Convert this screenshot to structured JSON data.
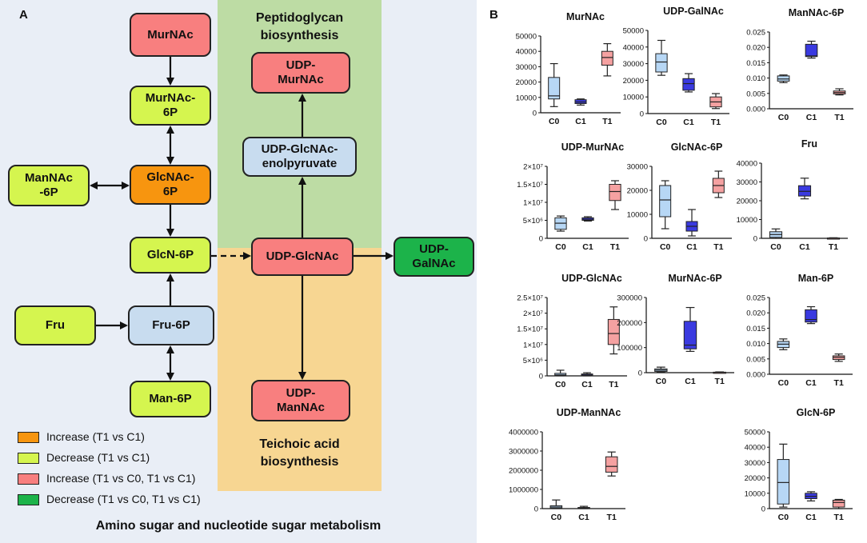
{
  "panel_a": {
    "label": "A",
    "region_top": "Peptidoglycan\nbiosynthesis",
    "region_bottom": "Teichoic acid\nbiosynthesis",
    "caption": "Amino sugar and nucleotide sugar metabolism",
    "nodes": {
      "murnac": "MurNAc",
      "murnac6p": "MurNAc-\n6P",
      "glcnac6p": "GlcNAc-\n6P",
      "mannac6p": "ManNAc\n-6P",
      "glcn6p": "GlcN-6P",
      "fru": "Fru",
      "fru6p": "Fru-6P",
      "man6p": "Man-6P",
      "udpmurnac": "UDP-\nMurNAc",
      "enolpyruvate": "UDP-GlcNAc-\nenolpyruvate",
      "udpglcnac": "UDP-GlcNAc",
      "udpmannac": "UDP-\nManNAc",
      "udpgalnac": "UDP-\nGalNAc"
    },
    "legend": [
      {
        "label": "Increase (T1 vs C1)",
        "color": "#f7950f"
      },
      {
        "label": "Decrease (T1 vs C1)",
        "color": "#d5f54f"
      },
      {
        "label": "Increase (T1 vs C0, T1 vs C1)",
        "color": "#f87f7f"
      },
      {
        "label": "Decrease (T1 vs C0, T1 vs C1)",
        "color": "#1cb34a"
      }
    ]
  },
  "panel_b": {
    "label": "B",
    "groups": [
      "C0",
      "C1",
      "T1"
    ],
    "group_colors": [
      "#b7d7f5",
      "#3a3ae0",
      "#f5a1a1"
    ]
  },
  "chart_data": [
    {
      "type": "box",
      "title": "MurNAc",
      "categories": [
        "C0",
        "C1",
        "T1"
      ],
      "ylim": [
        0,
        50000
      ],
      "yticks": [
        "0",
        "10000",
        "20000",
        "30000",
        "40000",
        "50000"
      ],
      "ytick_values": [
        0,
        10000,
        20000,
        30000,
        40000,
        50000
      ],
      "boxes": [
        [
          4000,
          9000,
          11000,
          23000,
          32000
        ],
        [
          5000,
          6000,
          7000,
          8500,
          9000
        ],
        [
          24000,
          31000,
          36000,
          40000,
          45000
        ]
      ]
    },
    {
      "type": "box",
      "title": "UDP-GalNAc",
      "categories": [
        "C0",
        "C1",
        "T1"
      ],
      "ylim": [
        0,
        50000
      ],
      "yticks": [
        "0",
        "10000",
        "20000",
        "30000",
        "40000",
        "50000"
      ],
      "ytick_values": [
        0,
        10000,
        20000,
        30000,
        40000,
        50000
      ],
      "boxes": [
        [
          23000,
          25000,
          31000,
          36000,
          44000
        ],
        [
          13000,
          14000,
          18000,
          21000,
          24000
        ],
        [
          3000,
          4000,
          7000,
          10000,
          12000
        ]
      ]
    },
    {
      "type": "box",
      "title": "ManNAc-6P",
      "categories": [
        "C0",
        "C1",
        "T1"
      ],
      "ylim": [
        0,
        0.025
      ],
      "yticks": [
        "0.000",
        "0.005",
        "0.010",
        "0.015",
        "0.020",
        "0.025"
      ],
      "ytick_values": [
        0,
        0.005,
        0.01,
        0.015,
        0.02,
        0.025
      ],
      "boxes": [
        [
          0.0085,
          0.009,
          0.0097,
          0.0107,
          0.011
        ],
        [
          0.0165,
          0.017,
          0.0172,
          0.021,
          0.022
        ],
        [
          0.0045,
          0.0048,
          0.0053,
          0.0058,
          0.0065
        ]
      ]
    },
    {
      "type": "box",
      "title": "UDP-MurNAc",
      "categories": [
        "C0",
        "C1",
        "T1"
      ],
      "ylim": [
        0,
        20000000
      ],
      "yticks": [
        "0",
        "5×10⁶",
        "1×10⁷",
        "1.5×10⁷",
        "2×10⁷"
      ],
      "ytick_values": [
        0,
        5000000,
        10000000,
        15000000,
        20000000
      ],
      "boxes": [
        [
          2000000,
          2500000,
          4200000,
          5700000,
          6200000
        ],
        [
          4800000,
          5000000,
          5300000,
          5700000,
          6000000
        ],
        [
          8000000,
          10500000,
          13000000,
          15000000,
          16000000
        ]
      ]
    },
    {
      "type": "box",
      "title": "GlcNAc-6P",
      "categories": [
        "C0",
        "C1",
        "T1"
      ],
      "ylim": [
        0,
        30000
      ],
      "yticks": [
        "0",
        "10000",
        "20000",
        "30000"
      ],
      "ytick_values": [
        0,
        10000,
        20000,
        30000
      ],
      "boxes": [
        [
          4000,
          9000,
          16000,
          22000,
          24000
        ],
        [
          1000,
          3000,
          5000,
          7000,
          12000
        ],
        [
          17000,
          19000,
          22000,
          25000,
          28000
        ]
      ]
    },
    {
      "type": "box",
      "title": "Fru",
      "categories": [
        "C0",
        "C1",
        "T1"
      ],
      "ylim": [
        0,
        40000
      ],
      "yticks": [
        "0",
        "10000",
        "20000",
        "30000",
        "40000"
      ],
      "ytick_values": [
        0,
        10000,
        20000,
        30000,
        40000
      ],
      "boxes": [
        [
          0,
          500,
          2000,
          3500,
          5000
        ],
        [
          21000,
          22500,
          25000,
          28000,
          32000
        ],
        [
          0,
          0,
          100,
          200,
          300
        ]
      ]
    },
    {
      "type": "box",
      "title": "UDP-GlcNAc",
      "categories": [
        "C0",
        "C1",
        "T1"
      ],
      "ylim": [
        0,
        25000000
      ],
      "yticks": [
        "0",
        "5×10⁶",
        "1×10⁷",
        "1.5×10⁷",
        "2×10⁷",
        "2.5×10⁷"
      ],
      "ytick_values": [
        0,
        5000000,
        10000000,
        15000000,
        20000000,
        25000000
      ],
      "boxes": [
        [
          0,
          100000,
          300000,
          800000,
          1800000
        ],
        [
          0,
          100000,
          300000,
          600000,
          1000000
        ],
        [
          7000000,
          10000000,
          13500000,
          18000000,
          22000000
        ]
      ]
    },
    {
      "type": "box",
      "title": "MurNAc-6P",
      "categories": [
        "C0",
        "C1",
        "T1"
      ],
      "ylim": [
        0,
        300000
      ],
      "yticks": [
        "0",
        "100000",
        "200000",
        "300000"
      ],
      "ytick_values": [
        0,
        100000,
        200000,
        300000
      ],
      "boxes": [
        [
          2000,
          5000,
          10000,
          15000,
          22000
        ],
        [
          85000,
          95000,
          110000,
          205000,
          260000
        ],
        [
          0,
          0,
          1000,
          2000,
          3000
        ]
      ]
    },
    {
      "type": "box",
      "title": "Man-6P",
      "categories": [
        "C0",
        "C1",
        "T1"
      ],
      "ylim": [
        0,
        0.025
      ],
      "yticks": [
        "0.000",
        "0.005",
        "0.010",
        "0.015",
        "0.020",
        "0.025"
      ],
      "ytick_values": [
        0,
        0.005,
        0.01,
        0.015,
        0.02,
        0.025
      ],
      "boxes": [
        [
          0.008,
          0.0087,
          0.0098,
          0.0107,
          0.0115
        ],
        [
          0.0165,
          0.017,
          0.0178,
          0.021,
          0.022
        ],
        [
          0.0042,
          0.0048,
          0.0055,
          0.006,
          0.0066
        ]
      ]
    },
    {
      "type": "box",
      "title": "UDP-ManNAc",
      "categories": [
        "C0",
        "C1",
        "T1"
      ],
      "ylim": [
        0,
        4000000
      ],
      "yticks": [
        "0",
        "1000000",
        "2000000",
        "3000000",
        "4000000"
      ],
      "ytick_values": [
        0,
        1000000,
        2000000,
        3000000,
        4000000
      ],
      "boxes": [
        [
          0,
          20000,
          80000,
          150000,
          450000
        ],
        [
          0,
          10000,
          30000,
          60000,
          120000
        ],
        [
          1700000,
          1900000,
          2200000,
          2700000,
          2950000
        ]
      ]
    },
    {
      "type": "box",
      "title": "GlcN-6P",
      "categories": [
        "C0",
        "C1",
        "T1"
      ],
      "ylim": [
        0,
        50000
      ],
      "yticks": [
        "0",
        "10000",
        "20000",
        "30000",
        "40000",
        "50000"
      ],
      "ytick_values": [
        0,
        10000,
        20000,
        30000,
        40000,
        50000
      ],
      "boxes": [
        [
          1000,
          3000,
          17000,
          32000,
          42000
        ],
        [
          5000,
          6500,
          8000,
          10000,
          11000
        ],
        [
          0,
          1000,
          4000,
          5500,
          6000
        ]
      ]
    }
  ]
}
